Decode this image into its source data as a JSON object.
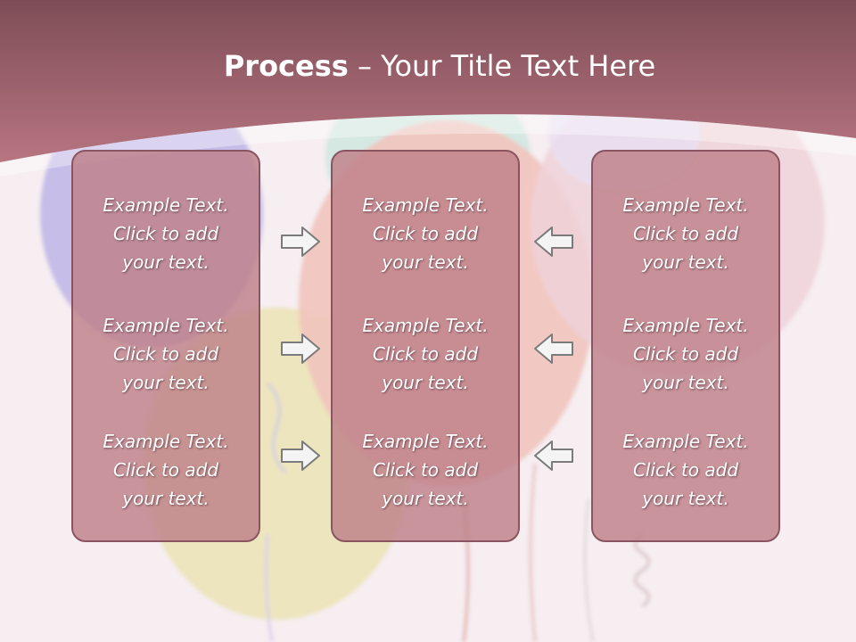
{
  "slide": {
    "title_bold": "Process",
    "title_rest": " – Your Title Text Here"
  },
  "columns": [
    {
      "items": [
        {
          "line1": "Example Text.",
          "line2": "Click  to add",
          "line3": "your text."
        },
        {
          "line1": "Example Text.",
          "line2": "Click  to add",
          "line3": "your text."
        },
        {
          "line1": "Example Text.",
          "line2": "Click  to add",
          "line3": "your text."
        }
      ]
    },
    {
      "items": [
        {
          "line1": "Example Text.",
          "line2": "Click  to add",
          "line3": "your text."
        },
        {
          "line1": "Example Text.",
          "line2": "Click  to add",
          "line3": "your text."
        },
        {
          "line1": "Example Text.",
          "line2": "Click  to add",
          "line3": "your text."
        }
      ]
    },
    {
      "items": [
        {
          "line1": "Example Text.",
          "line2": "Click  to add",
          "line3": "your text."
        },
        {
          "line1": "Example Text.",
          "line2": "Click  to add",
          "line3": "your text."
        },
        {
          "line1": "Example Text.",
          "line2": "Click  to add",
          "line3": "your text."
        }
      ]
    }
  ],
  "icons": {
    "right_arrows": "arrow-right-icon",
    "left_arrows": "arrow-left-icon"
  },
  "colors": {
    "header": "#b06a76",
    "panel_fill": "#be8089",
    "panel_border": "#8a5560",
    "text": "#ffffff",
    "background": "#f6eef1"
  }
}
